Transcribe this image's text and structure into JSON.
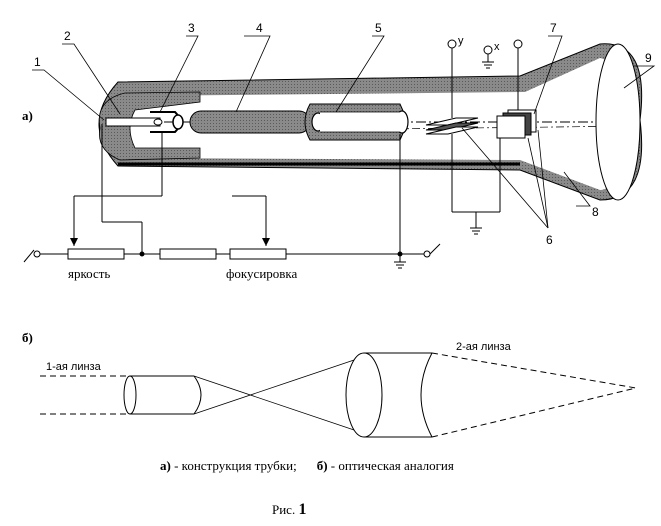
{
  "part_a": {
    "label": "а)",
    "numbers": [
      "1",
      "2",
      "3",
      "4",
      "5",
      "6",
      "7",
      "8",
      "9"
    ],
    "terminal_y": "y",
    "terminal_x": "x",
    "knob_brightness": "яркость",
    "knob_focus": "фокусировка"
  },
  "part_b": {
    "label": "б)",
    "lens1": "1-ая линза",
    "lens2": "2-ая линза"
  },
  "caption": {
    "a_label": "а)",
    "a_text": " -  конструкция трубки;",
    "b_label": "б)",
    "b_text": " - оптическая аналогия",
    "fig_prefix": "Рис. ",
    "fig_number": "1"
  },
  "colors": {
    "tube_fill": "#7f7f7f",
    "electrode_fill": "#6a6a6a",
    "line": "#000000",
    "background": "#ffffff"
  }
}
